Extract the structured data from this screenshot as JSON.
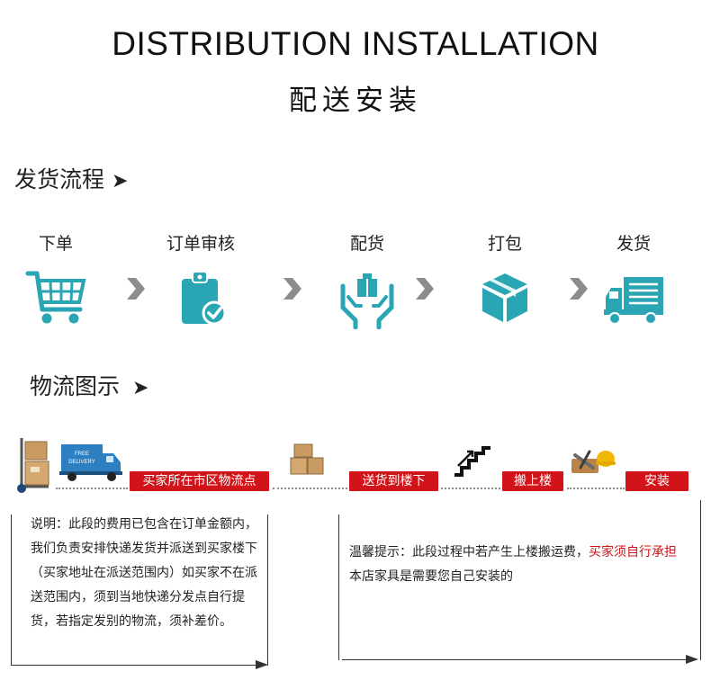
{
  "header": {
    "title_en": "DISTRIBUTION INSTALLATION",
    "title_cn": "配送安装"
  },
  "sections": {
    "flow_title": "发货流程",
    "logistics_title": "物流图示",
    "arrow_glyph": "➤"
  },
  "steps": [
    {
      "label": "下单",
      "icon": "shopping-cart-icon"
    },
    {
      "label": "订单审核",
      "icon": "clipboard-check-icon"
    },
    {
      "label": "配货",
      "icon": "hands-box-icon"
    },
    {
      "label": "打包",
      "icon": "package-icon"
    },
    {
      "label": "发货",
      "icon": "delivery-truck-icon"
    }
  ],
  "truck_sign": {
    "line1": "FREE",
    "line2": "DELIVERY"
  },
  "logistics_badges": [
    "买家所在市区物流点",
    "送货到楼下",
    "搬上楼",
    "安装"
  ],
  "notes": {
    "left": "说明：此段的费用已包含在订单金额内，我们负责安排快递发货并派送到买家楼下（买家地址在派送范围内）如买家不在派送范围内，须到当地快递分发点自行提货，若指定发别的物流，须补差价。",
    "right_prefix": "温馨提示：此段过程中若产生上楼搬运费，",
    "right_highlight": "买家须自行承担",
    "right_line2": "本店家具是需要您自己安装的"
  },
  "colors": {
    "icon_teal": "#2aa5b3",
    "badge_red": "#d1141a",
    "chevron_gray": "#8c8c8c"
  }
}
